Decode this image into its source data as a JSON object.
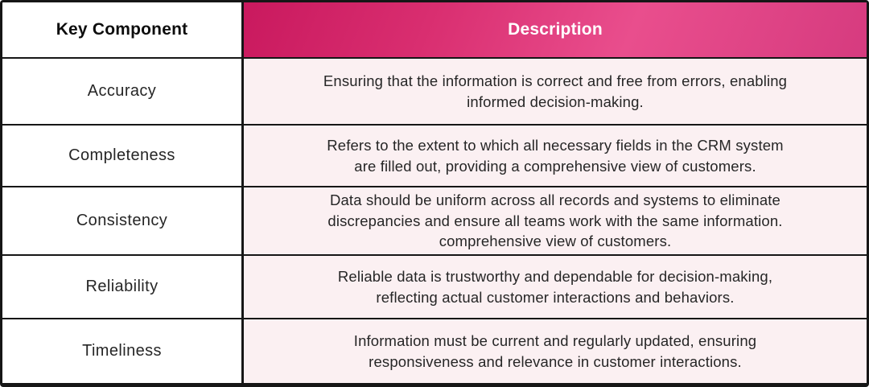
{
  "chart_data": {
    "type": "table",
    "title": "",
    "columns": [
      "Key Component",
      "Description"
    ],
    "rows": [
      {
        "component": "Accuracy",
        "description": "Ensuring that the information is correct and free from errors, enabling informed decision-making.",
        "description_lines": [
          "Ensuring that the information is correct and free from errors, enabling",
          "informed decision-making."
        ]
      },
      {
        "component": "Completeness",
        "description": "Refers to the extent to which all necessary fields in the CRM system are filled out, providing a comprehensive view of customers.",
        "description_lines": [
          "Refers to the extent to which all necessary fields in the CRM system",
          "are filled out, providing a comprehensive view of customers."
        ]
      },
      {
        "component": "Consistency",
        "description": "Data should be uniform across all records and systems to eliminate discrepancies and ensure all teams work with the same information. comprehensive view of customers.",
        "description_lines": [
          "Data should be uniform across all records and systems to eliminate",
          "discrepancies and ensure all teams work with the same information.",
          "comprehensive view of customers."
        ]
      },
      {
        "component": "Reliability",
        "description": "Reliable data is trustworthy and dependable for decision-making, reflecting actual customer interactions and behaviors.",
        "description_lines": [
          "Reliable data is trustworthy and dependable for decision-making,",
          "reflecting actual customer interactions and behaviors."
        ]
      },
      {
        "component": "Timeliness",
        "description": "Information must be current and regularly updated, ensuring responsiveness and relevance in customer interactions.",
        "description_lines": [
          "Information must be current and regularly updated, ensuring",
          "responsiveness and relevance in customer interactions."
        ]
      }
    ]
  },
  "colors": {
    "header_gradient_start": "#c9195e",
    "header_gradient_mid": "#e94e8d",
    "header_gradient_end": "#d63b7f",
    "header_text": "#ffffff",
    "description_bg": "#fbf0f2",
    "border": "#161616",
    "body_text": "#262626"
  }
}
